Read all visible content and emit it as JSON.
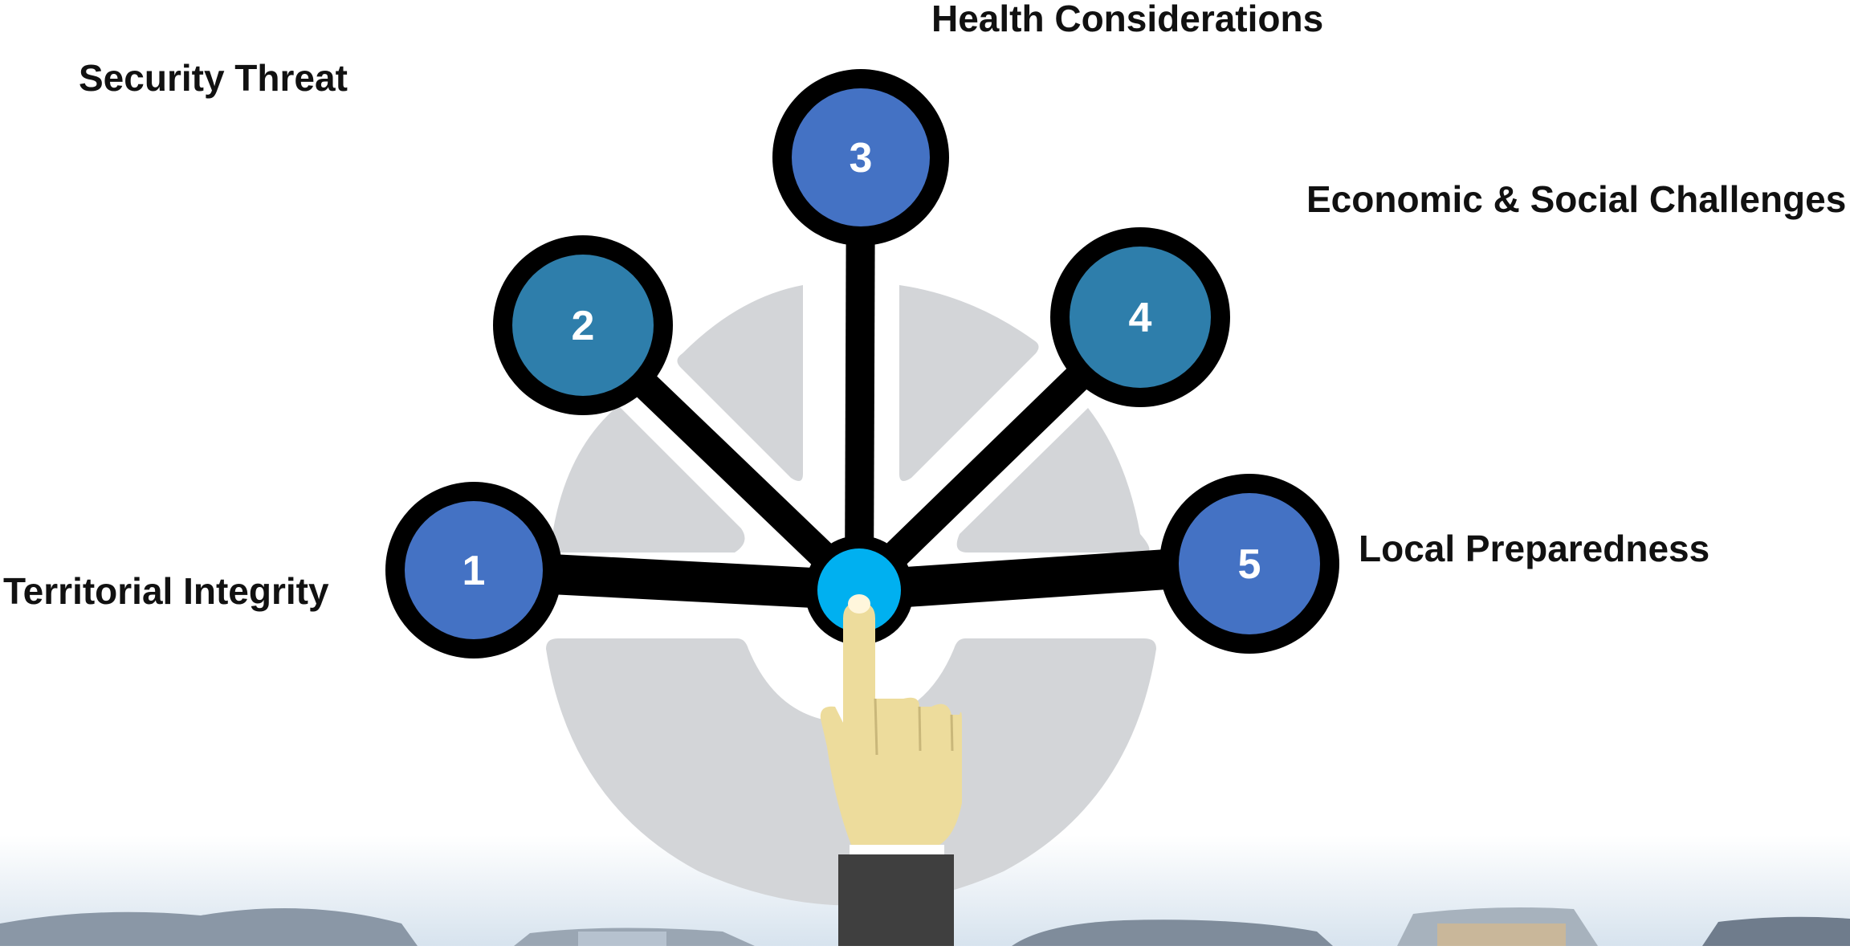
{
  "diagram": {
    "labels": {
      "territorial": "Territorial Integrity",
      "security": "Security Threat",
      "health": "Health Considerations",
      "economic": "Economic & Social Challenges",
      "local": "Local Preparedness"
    },
    "nodes": [
      {
        "id": "1",
        "label": "1",
        "color": "#4472C4"
      },
      {
        "id": "2",
        "label": "2",
        "color": "#2E7EAB"
      },
      {
        "id": "3",
        "label": "3",
        "color": "#4472C4"
      },
      {
        "id": "4",
        "label": "4",
        "color": "#2E7EAB"
      },
      {
        "id": "5",
        "label": "5",
        "color": "#4472C4"
      }
    ],
    "hub_color": "#00B0F0",
    "ring_color": "#D3D5D8",
    "stroke_color": "#000000",
    "hand_color": "#EDDC9C",
    "sleeve_color": "#3F3F3F"
  }
}
